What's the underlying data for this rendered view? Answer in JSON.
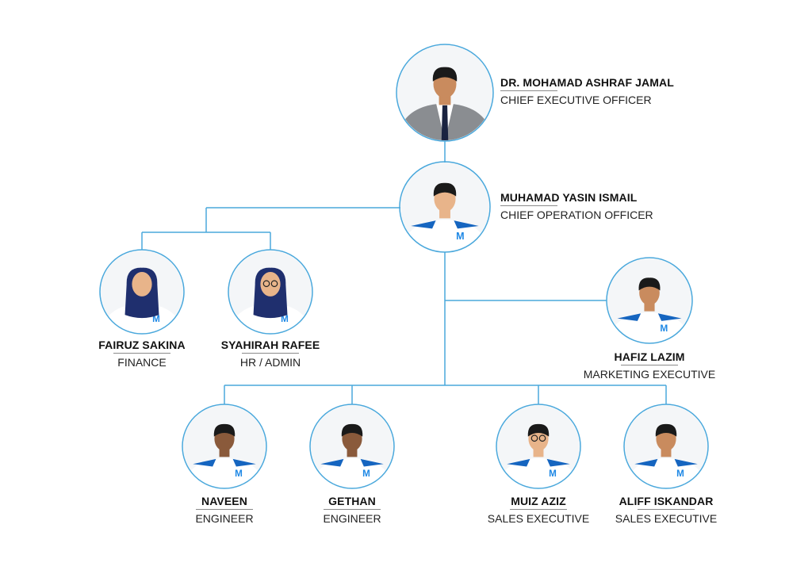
{
  "colors": {
    "line": "#4aa8dc",
    "photo_bg": "#f4f6f8",
    "shirt": "#ffffff",
    "shirt_accent": "#1565c0",
    "logo": "#1e88e5",
    "suit": "#8a8d91",
    "skin_light": "#e8b48a",
    "skin_medium": "#c98b5e",
    "skin_dark": "#8a5a3b",
    "hijab": "#1f2f6e",
    "hair": "#1a1a1a"
  },
  "people": {
    "ceo": {
      "name": "DR. MOHAMAD ASHRAF JAMAL",
      "title": "CHIEF EXECUTIVE OFFICER",
      "photo": "suit-portrait"
    },
    "coo": {
      "name": "MUHAMAD YASIN ISMAIL",
      "title": "CHIEF OPERATION OFFICER",
      "photo": "uniform-portrait"
    },
    "finance": {
      "name": "FAIRUZ SAKINA",
      "title": "FINANCE",
      "photo": "hijab-portrait"
    },
    "hr": {
      "name": "SYAHIRAH RAFEE",
      "title": "HR / ADMIN",
      "photo": "hijab-glasses-portrait"
    },
    "marketing": {
      "name": "HAFIZ LAZIM",
      "title": "MARKETING EXECUTIVE",
      "photo": "uniform-portrait"
    },
    "eng1": {
      "name": "NAVEEN",
      "title": "ENGINEER",
      "photo": "uniform-portrait"
    },
    "eng2": {
      "name": "GETHAN",
      "title": "ENGINEER",
      "photo": "uniform-portrait"
    },
    "sales1": {
      "name": "MUIZ AZIZ",
      "title": "SALES EXECUTIVE",
      "photo": "uniform-glasses-portrait"
    },
    "sales2": {
      "name": "ALIFF ISKANDAR",
      "title": "SALES EXECUTIVE",
      "photo": "uniform-portrait"
    }
  }
}
